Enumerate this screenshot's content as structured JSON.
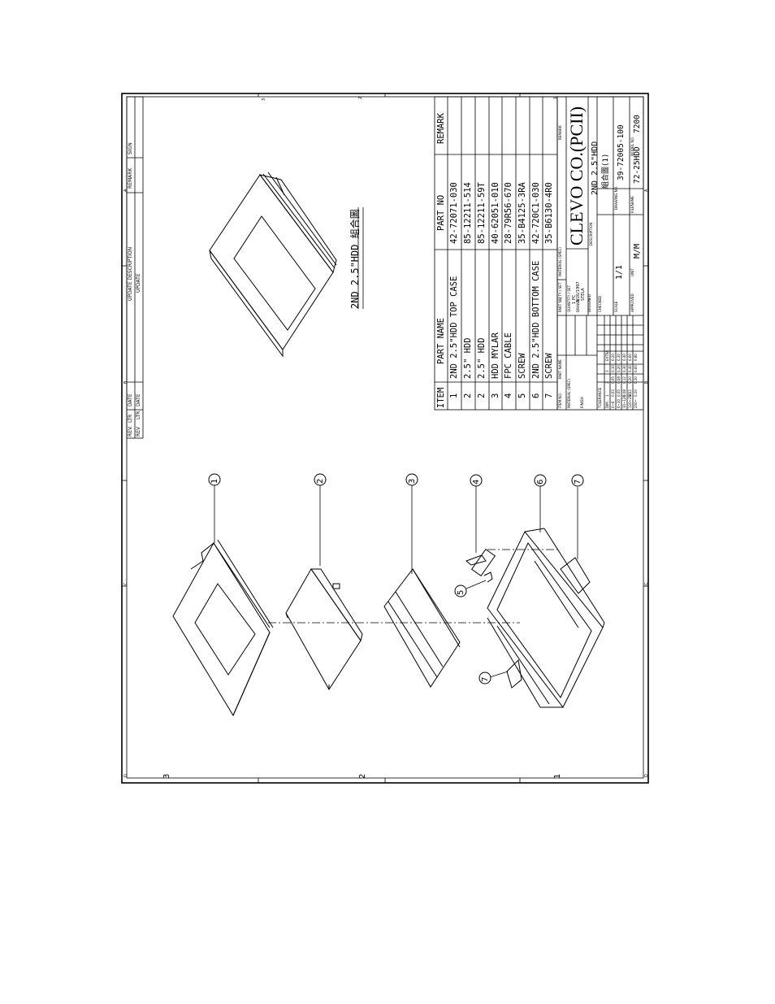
{
  "revision_block": {
    "header": {
      "rev": "REV.",
      "ltr": "LTR",
      "date": "DATE",
      "description": "UPDATE DESCRIPTION",
      "remark": "REMARK",
      "sign": "SIGN"
    },
    "row": {
      "rev": "REV",
      "ltr": "LTR",
      "date": "DATE",
      "description": "UPDATE"
    }
  },
  "border_marks": {
    "top": [
      "3",
      "2",
      "1"
    ],
    "bottom": [
      "3",
      "2",
      "1"
    ],
    "left": [
      "A",
      "B",
      "C",
      "D"
    ],
    "right": [
      "A",
      "B",
      "C",
      "D"
    ]
  },
  "assembly_view": {
    "title": "2ND 2.5\"HDD 組合圖"
  },
  "balloons": [
    "1",
    "2",
    "3",
    "4",
    "5",
    "6",
    "7",
    "7"
  ],
  "parts_table": {
    "headers": {
      "item": "ITEM",
      "part_name": "PART    NAME",
      "part_no": "PART    NO",
      "remark": "REMARK"
    },
    "rows": [
      {
        "item": "1",
        "name": "2ND 2.5\"HDD TOP CASE",
        "no": "42-72071-030"
      },
      {
        "item": "2",
        "name": "2.5\" HDD",
        "no": "85-12211-514"
      },
      {
        "item": "2",
        "name": "2.5\" HDD",
        "no": "85-12211-59T"
      },
      {
        "item": "3",
        "name": "HDD MYLAR",
        "no": "40-62051-010"
      },
      {
        "item": "4",
        "name": "FPC CABLE",
        "no": "28-79R56-670"
      },
      {
        "item": "5",
        "name": "SCREW",
        "no": "35-B4125-3RA"
      },
      {
        "item": "6",
        "name": "2ND 2.5\"HDD BOTTOM CASE",
        "no": "42-720C1-030"
      },
      {
        "item": "7",
        "name": "SCREW",
        "no": "35-B6130-4R0"
      }
    ]
  },
  "title_block": {
    "item_no": "ITEM NO.",
    "part_name": "PART NAME",
    "part_no": "PART NO.",
    "material_spec": "MATERIAL (SPEC)",
    "qty_ratio": "Q'TY / SET",
    "quantity_set": "QUANTITY / SET",
    "qty_value": "1 PC",
    "material_spec2": "MATERIAL (SPEC)",
    "remark": "REMARK",
    "finish": "FINISH",
    "drawn": "DRAWN",
    "drawn_date": "3/26/1997",
    "drawn_by": "STELA",
    "designed": "DESIGNED",
    "checked": "CHECKED",
    "approved": "APPROVED",
    "description_label": "DESCRIPTION",
    "description": "2ND 2.5\"HDD",
    "description2": "組合圖(1)",
    "company": "CLEVO  CO.(PCII)",
    "scale_label": "SCALE",
    "scale": "1/1",
    "drawing_no_label": "DRAWING NO.",
    "drawing_no": "39-72005-100",
    "unit_label": "UNIT",
    "unit": "M/M",
    "filename_label": "FILENAME",
    "filename": "72-25HDD",
    "model_label": "MODEL NO.",
    "model": "7200"
  },
  "tolerance": {
    "title": "TOLERANCE",
    "header": [
      "DIM.",
      "1",
      "2",
      "3",
      "EXTRA"
    ],
    "rows": [
      [
        "0~6",
        "0.03",
        "0.05",
        "0.10",
        "0.20"
      ],
      [
        "6~30",
        "0.05",
        "0.08",
        "0.20",
        "0.30"
      ],
      [
        "30~120",
        "0.08",
        "0.12",
        "0.30",
        "0.40"
      ],
      [
        "120~250",
        "0.12",
        "0.20",
        "0.40",
        "0.60"
      ],
      [
        "250~",
        "0.20",
        "0.30",
        "0.60",
        "0.80"
      ]
    ]
  }
}
